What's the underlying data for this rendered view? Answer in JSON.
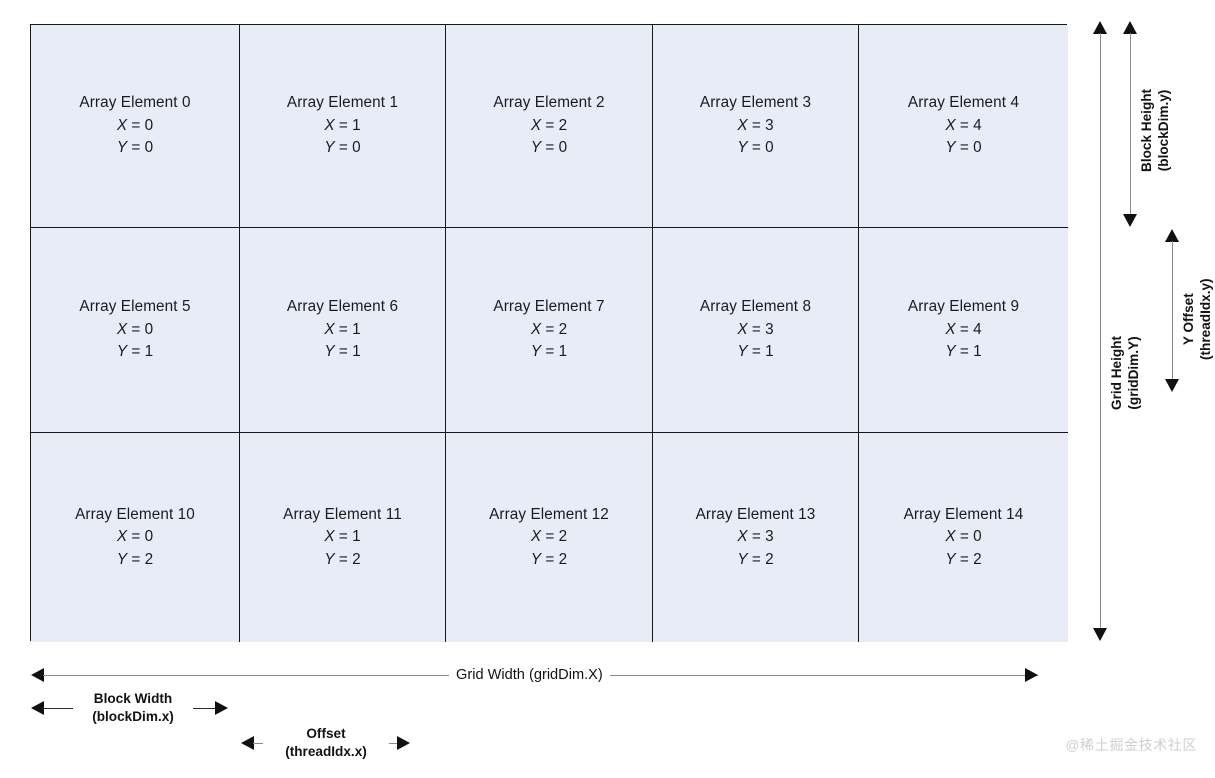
{
  "diagram": {
    "title": "CUDA grid / block indexing diagram",
    "colors": {
      "cell_fill": "#e8ecf7",
      "cell_border": "#17171b",
      "arrow": "#111111",
      "arrow_line": "#8b8b8b",
      "text": "#1b1b1f",
      "watermark": "#cfcfcf"
    }
  },
  "grid": {
    "columns": 5,
    "rows": 3,
    "cells": [
      {
        "label": "Array Element 0",
        "x_var": "X",
        "x_value": "0",
        "y_var": "Y",
        "y_value": "0"
      },
      {
        "label": "Array Element 1",
        "x_var": "X",
        "x_value": "1",
        "y_var": "Y",
        "y_value": "0"
      },
      {
        "label": "Array Element 2",
        "x_var": "X",
        "x_value": "2",
        "y_var": "Y",
        "y_value": "0"
      },
      {
        "label": "Array Element 3",
        "x_var": "X",
        "x_value": "3",
        "y_var": "Y",
        "y_value": "0"
      },
      {
        "label": "Array Element 4",
        "x_var": "X",
        "x_value": "4",
        "y_var": "Y",
        "y_value": "0"
      },
      {
        "label": "Array Element 5",
        "x_var": "X",
        "x_value": "0",
        "y_var": "Y",
        "y_value": "1"
      },
      {
        "label": "Array Element 6",
        "x_var": "X",
        "x_value": "1",
        "y_var": "Y",
        "y_value": "1"
      },
      {
        "label": "Array Element 7",
        "x_var": "X",
        "x_value": "2",
        "y_var": "Y",
        "y_value": "1"
      },
      {
        "label": "Array Element 8",
        "x_var": "X",
        "x_value": "3",
        "y_var": "Y",
        "y_value": "1"
      },
      {
        "label": "Array Element 9",
        "x_var": "X",
        "x_value": "4",
        "y_var": "Y",
        "y_value": "1"
      },
      {
        "label": "Array Element 10",
        "x_var": "X",
        "x_value": "0",
        "y_var": "Y",
        "y_value": "2"
      },
      {
        "label": "Array Element 11",
        "x_var": "X",
        "x_value": "1",
        "y_var": "Y",
        "y_value": "2"
      },
      {
        "label": "Array Element 12",
        "x_var": "X",
        "x_value": "2",
        "y_var": "Y",
        "y_value": "2"
      },
      {
        "label": "Array Element 13",
        "x_var": "X",
        "x_value": "3",
        "y_var": "Y",
        "y_value": "2"
      },
      {
        "label": "Array Element 14",
        "x_var": "X",
        "x_value": "0",
        "y_var": "Y",
        "y_value": "2"
      }
    ]
  },
  "annotations": {
    "block_height": {
      "line1": "Block Height",
      "line2": "(blockDim.y)"
    },
    "grid_height": {
      "line1": "Grid Height",
      "line2": "(gridDim.Y)"
    },
    "y_offset": {
      "line1": "Y Offset",
      "line2": "(threadIdx.y)"
    },
    "grid_width": {
      "text": "Grid Width (gridDim.X)"
    },
    "block_width": {
      "line1": "Block Width",
      "line2": "(blockDim.x)"
    },
    "offset": {
      "line1": "Offset",
      "line2": "(threadIdx.x)"
    }
  },
  "watermark": {
    "text": "@稀土掘金技术社区"
  }
}
